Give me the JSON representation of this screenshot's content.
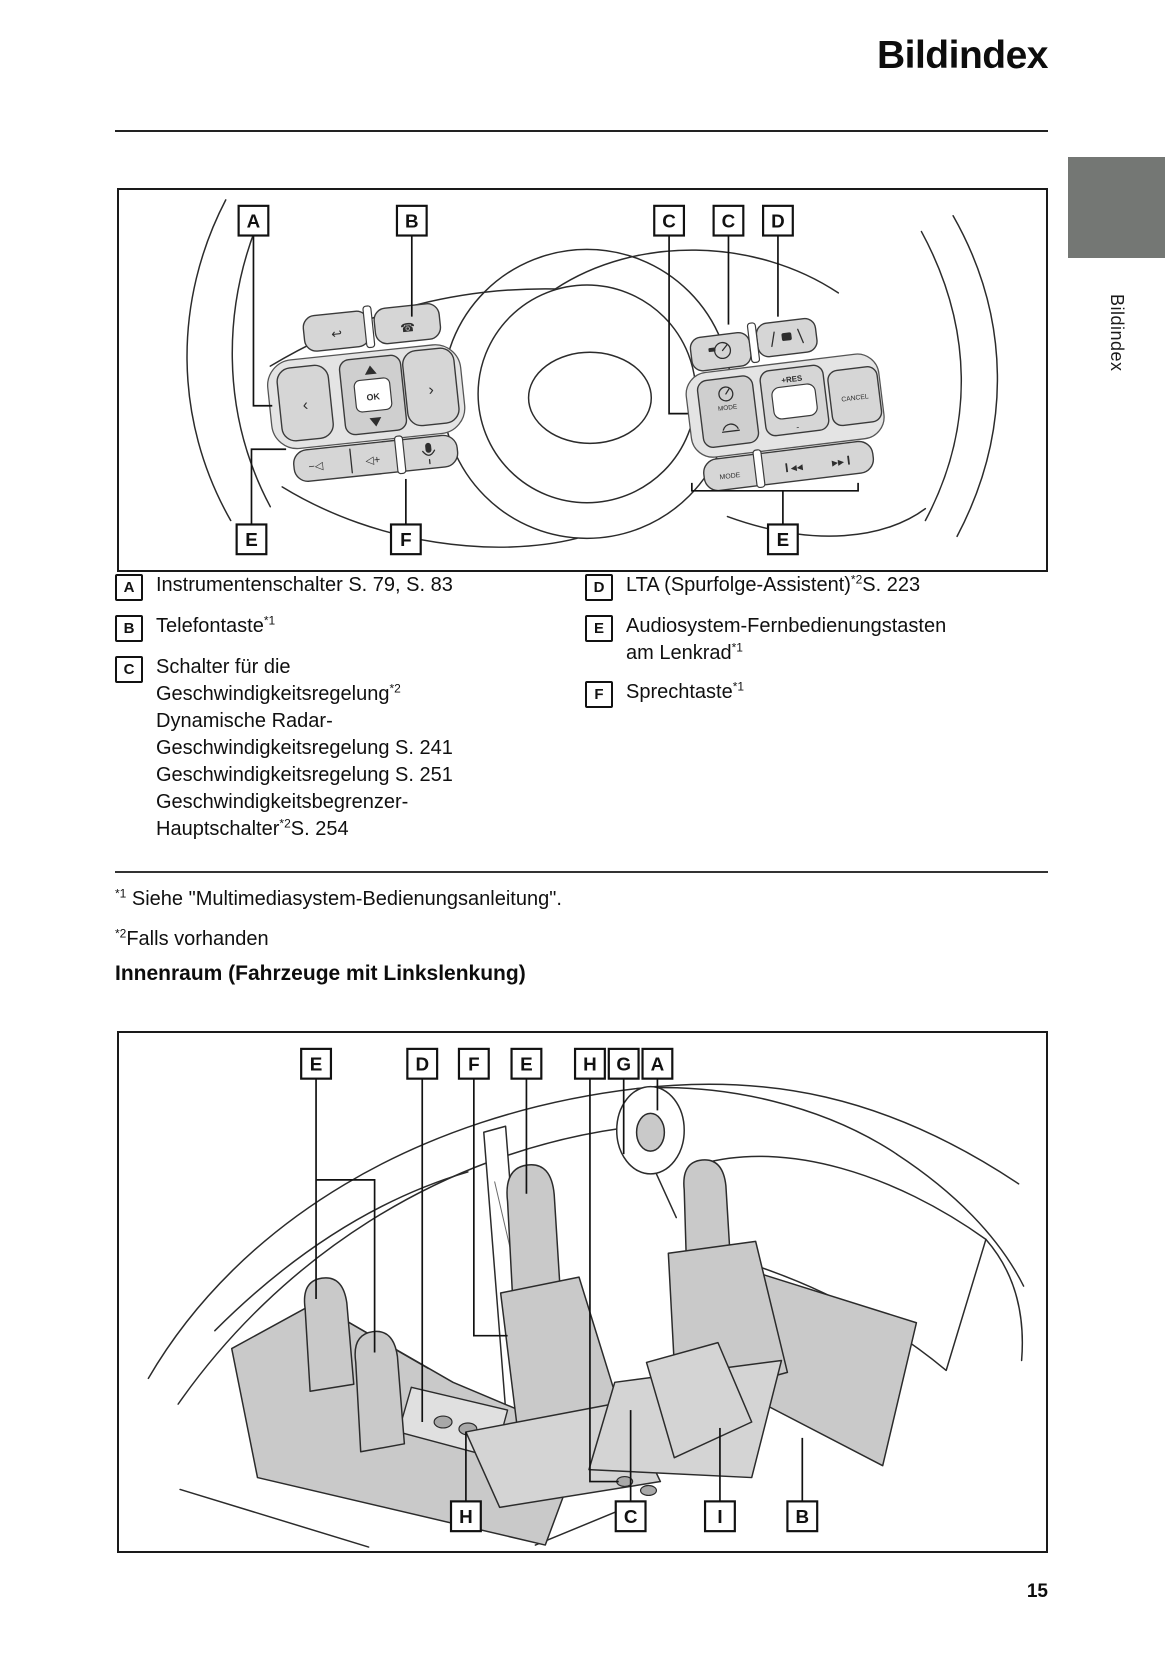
{
  "page": {
    "title": "Bildindex",
    "side_tab_label": "Bildindex",
    "side_tab_color": "#747774",
    "page_number": "15"
  },
  "diagram1": {
    "name": "Lenkradschalter",
    "top_labels": [
      "A",
      "B",
      "C",
      "C",
      "D"
    ],
    "bottom_labels": [
      "E",
      "F",
      "E"
    ],
    "buttons": {
      "ok": "OK",
      "mode_cruise": "MODE",
      "res": "+RES",
      "minus": "-",
      "cancel": "CANCEL",
      "mode_audio": "MODE"
    }
  },
  "legend": {
    "left": [
      {
        "letter": "A",
        "lines": [
          [
            {
              "t": "Instrumentenschalter S. 79, S. 83"
            }
          ]
        ]
      },
      {
        "letter": "B",
        "lines": [
          [
            {
              "t": "Telefontaste"
            },
            {
              "t": "*1",
              "sup": true
            }
          ]
        ]
      },
      {
        "letter": "C",
        "lines": [
          [
            {
              "t": "Schalter für die"
            }
          ],
          [
            {
              "t": "Geschwindigkeitsregelung"
            },
            {
              "t": "*2",
              "sup": true
            }
          ],
          [
            {
              "t": "Dynamische Radar-"
            }
          ],
          [
            {
              "t": "Geschwindigkeitsregelung S. 241"
            }
          ],
          [
            {
              "t": "Geschwindigkeitsregelung S. 251"
            }
          ],
          [
            {
              "t": "Geschwindigkeitsbegrenzer-"
            }
          ],
          [
            {
              "t": "Hauptschalter"
            },
            {
              "t": "*2",
              "sup": true
            },
            {
              "t": "S. 254"
            }
          ]
        ]
      }
    ],
    "right": [
      {
        "letter": "D",
        "lines": [
          [
            {
              "t": "LTA (Spurfolge-Assistent)"
            },
            {
              "t": "*2",
              "sup": true
            },
            {
              "t": "S. 223"
            }
          ]
        ]
      },
      {
        "letter": "E",
        "lines": [
          [
            {
              "t": "Audiosystem-Fernbedienungstasten"
            }
          ],
          [
            {
              "t": "am Lenkrad"
            },
            {
              "t": "*1",
              "sup": true
            }
          ]
        ]
      },
      {
        "letter": "F",
        "lines": [
          [
            {
              "t": "Sprechtaste"
            },
            {
              "t": "*1",
              "sup": true
            }
          ]
        ]
      }
    ]
  },
  "footnotes": [
    [
      {
        "t": "*1",
        "sup": true
      },
      {
        "t": " Siehe \"Multimediasystem-Bedienungsanleitung\"."
      }
    ],
    [
      {
        "t": "*2",
        "sup": true
      },
      {
        "t": "Falls vorhanden"
      }
    ]
  ],
  "section2": {
    "heading": "Innenraum (Fahrzeuge mit Linkslenkung)",
    "top_labels": [
      "E",
      "D",
      "F",
      "E",
      "H",
      "G",
      "A"
    ],
    "bottom_labels": [
      "H",
      "C",
      "I",
      "B"
    ]
  }
}
